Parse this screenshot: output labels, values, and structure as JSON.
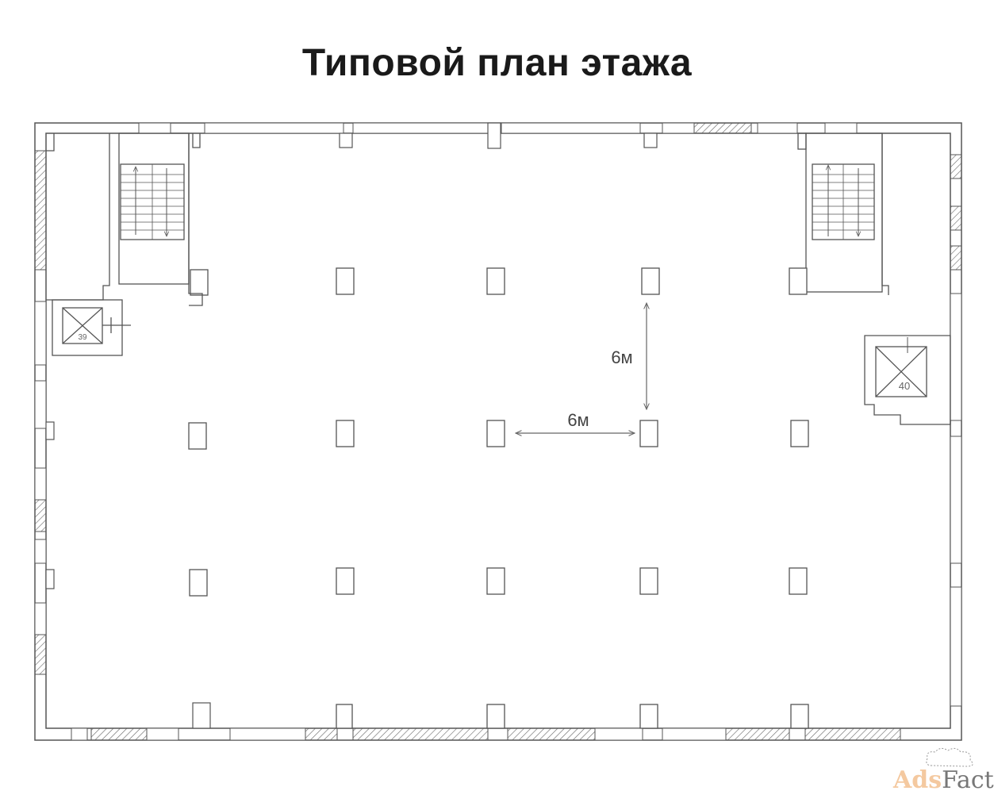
{
  "title": "Типовой план этажа",
  "dimensions": {
    "vertical": "6м",
    "horizontal": "6м"
  },
  "elevators": [
    {
      "number": "39"
    },
    {
      "number": "40"
    }
  ],
  "watermark": {
    "part1": "Ads",
    "part2": "Factory"
  },
  "colors": {
    "line": "#555555",
    "text": "#1a1a1a",
    "dim": "#444444",
    "watermark_accent": "#f4c9a0"
  }
}
